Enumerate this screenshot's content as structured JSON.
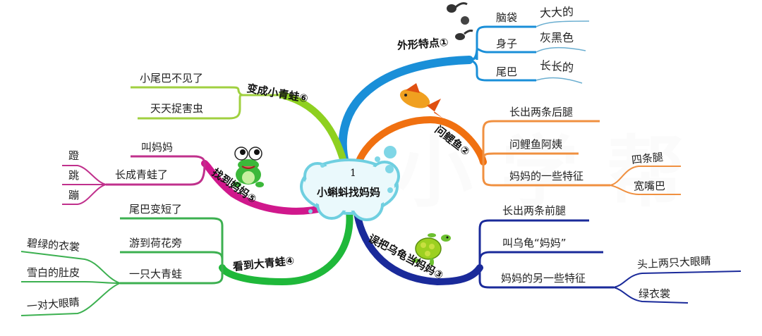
{
  "center": {
    "number": "1",
    "title": "小蝌蚪找妈妈"
  },
  "colors": {
    "b1": "#1a8fd8",
    "b2": "#f07010",
    "b3": "#1a2a9a",
    "b4": "#1fb83a",
    "b5": "#d0188c",
    "b6": "#8ed020",
    "cloud": "#6fcfe0"
  },
  "branches": [
    {
      "label": "外形特点①",
      "children": [
        {
          "label": "脑袋",
          "value": "大大的"
        },
        {
          "label": "身子",
          "value": "灰黑色"
        },
        {
          "label": "尾巴",
          "value": "长长的"
        }
      ]
    },
    {
      "label": "问鲤鱼②",
      "children": [
        {
          "label": "长出两条后腿"
        },
        {
          "label": "问鲤鱼阿姨"
        },
        {
          "label": "妈妈的一些特征",
          "children": [
            "四条腿",
            "宽嘴巴"
          ]
        }
      ]
    },
    {
      "label": "误把乌龟当妈妈③",
      "children": [
        {
          "label": "长出两条前腿"
        },
        {
          "label": "叫乌龟“妈妈”"
        },
        {
          "label": "妈妈的另一些特征",
          "children": [
            "头上两只大眼睛",
            "绿衣裳"
          ]
        }
      ]
    },
    {
      "label": "看到大青蛙④",
      "children": [
        {
          "label": "尾巴变短了"
        },
        {
          "label": "游到荷花旁"
        },
        {
          "label": "一只大青蛙",
          "children": [
            "碧绿的衣裳",
            "雪白的肚皮",
            "一对大眼睛"
          ]
        }
      ]
    },
    {
      "label": "找到妈妈⑤",
      "children": [
        {
          "label": "叫妈妈"
        },
        {
          "label": "长成青蛙了",
          "children": [
            "蹬",
            "跳",
            "蹦"
          ]
        }
      ]
    },
    {
      "label": "变成小青蛙⑥",
      "children": [
        {
          "label": "小尾巴不见了"
        },
        {
          "label": "天天捉害虫"
        }
      ]
    }
  ],
  "watermark": "小学帮"
}
